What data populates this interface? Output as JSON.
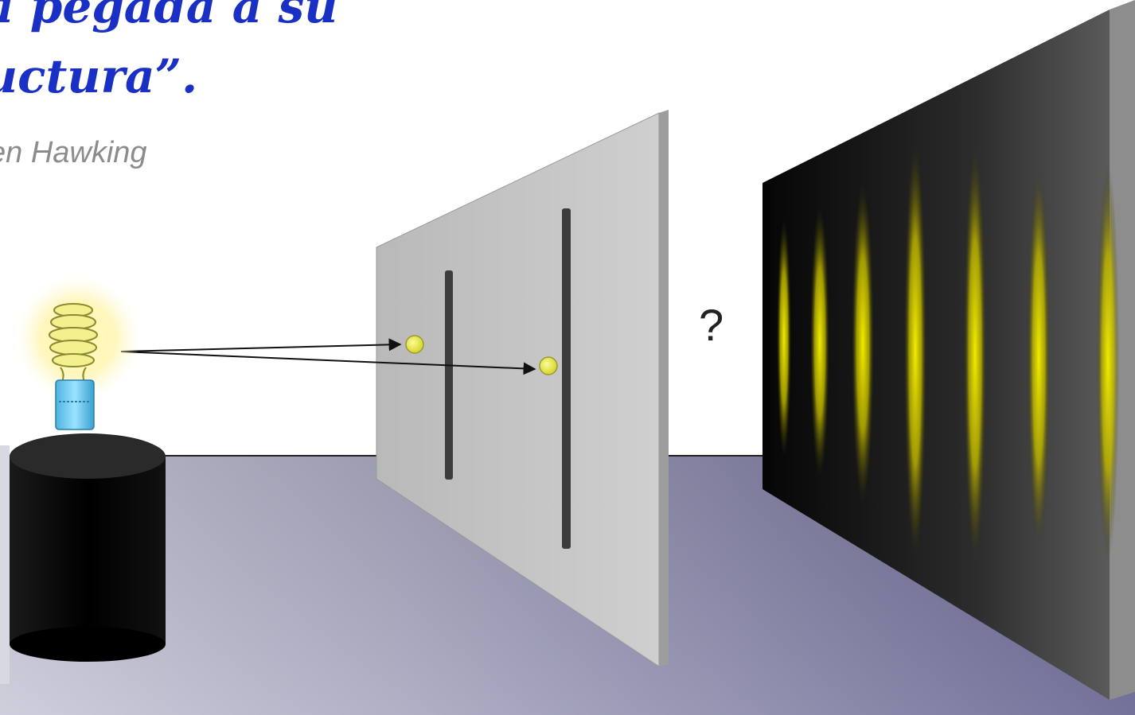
{
  "quote": {
    "line1": "a pegada a su",
    "line2": "uctura”.",
    "author": "en Hawking"
  },
  "diagram": {
    "question_mark": "?",
    "colors": {
      "quote_text": "#1a2fc4",
      "author_text": "#8c8c8c",
      "floor": "#6f6e9a",
      "barrier": "#c7c7c7",
      "screen": "#2a2a2a",
      "fringe": "#e6e000",
      "particle": "#e8e84a",
      "base": "#111111",
      "bulb_glow": "#fff7a0",
      "bulb_socket": "#5ec3ea"
    },
    "icons": [
      "light-bulb-icon",
      "lamp-base",
      "particle-dot",
      "arrow"
    ]
  }
}
